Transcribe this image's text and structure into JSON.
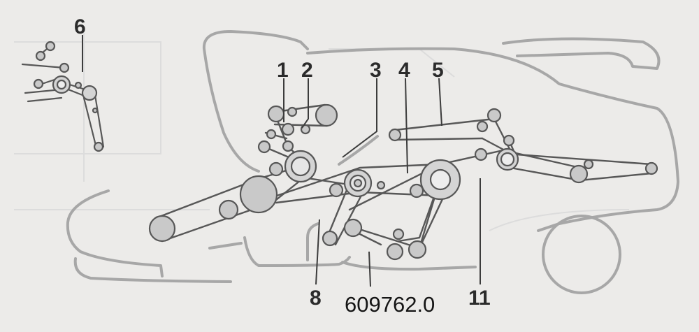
{
  "diagram": {
    "callouts": [
      "1",
      "2",
      "3",
      "4",
      "5",
      "6",
      "8",
      "11"
    ],
    "part_number": "609762.0",
    "colors": {
      "background": "#ecebe9",
      "outline": "#a7a7a7",
      "belt": "#575757",
      "pulley_fill": "#c9c9c9",
      "ghost": "#dcdcdc",
      "label": "#2b2b2b"
    }
  }
}
